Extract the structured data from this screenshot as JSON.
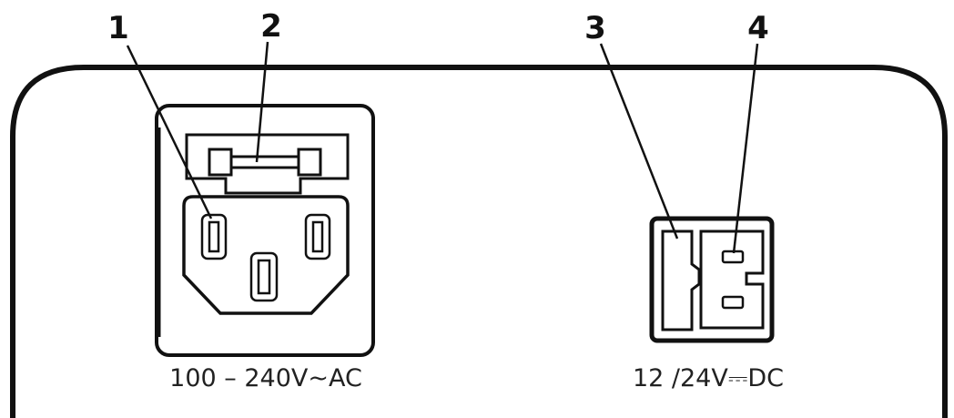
{
  "callouts": {
    "c1": "1",
    "c2": "2",
    "c3": "3",
    "c4": "4"
  },
  "labels": {
    "ac": "100 – 240V~AC",
    "dc": "12 /24V⎓DC"
  },
  "colors": {
    "line": "#111111",
    "background": "#ffffff"
  }
}
